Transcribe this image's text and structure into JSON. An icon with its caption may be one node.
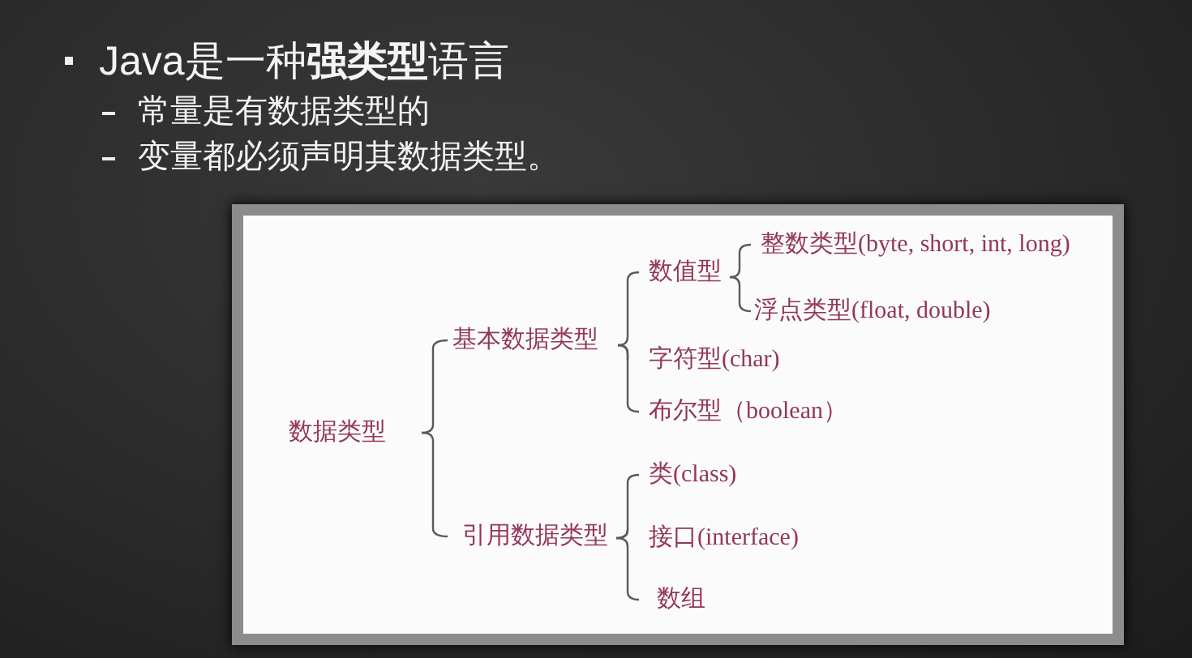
{
  "diagram": {
    "nodes": [
      {
        "text": [
          "数据类型"
        ]
      },
      {
        "text": [
          "基本数据类型"
        ]
      },
      {
        "text": [
          "数值型"
        ]
      },
      {
        "text": [
          "整数类型(byte, short, int, long)"
        ]
      },
      {
        "text": [
          "浮点类型(float, double)"
        ]
      },
      {
        "text": [
          "字符型(char)"
        ]
      },
      {
        "text": [
          "布尔型（boolean）"
        ]
      },
      {
        "text": [
          "引用数据类型"
        ]
      },
      {
        "text": [
          "类(class)"
        ]
      },
      {
        "text": [
          "接口(interface)"
        ]
      },
      {
        "text": [
          "数组"
        ]
      }
    ],
    "edges": [
      {
        "from": 0,
        "to": 1,
        "arrow": "none"
      },
      {
        "from": 0,
        "to": 7,
        "arrow": "none"
      },
      {
        "from": 1,
        "to": 2,
        "arrow": "none"
      },
      {
        "from": 1,
        "to": 5,
        "arrow": "none"
      },
      {
        "from": 1,
        "to": 6,
        "arrow": "none"
      },
      {
        "from": 2,
        "to": 3,
        "arrow": "none"
      },
      {
        "from": 2,
        "to": 4,
        "arrow": "none"
      },
      {
        "from": 7,
        "to": 8,
        "arrow": "none"
      },
      {
        "from": 7,
        "to": 9,
        "arrow": "none"
      },
      {
        "from": 7,
        "to": 10,
        "arrow": "none"
      }
    ],
    "labels": [
      "Java是一种**强类型**语言",
      "常量是有数据类型的",
      "变量都必须声明其数据类型。"
    ]
  }
}
